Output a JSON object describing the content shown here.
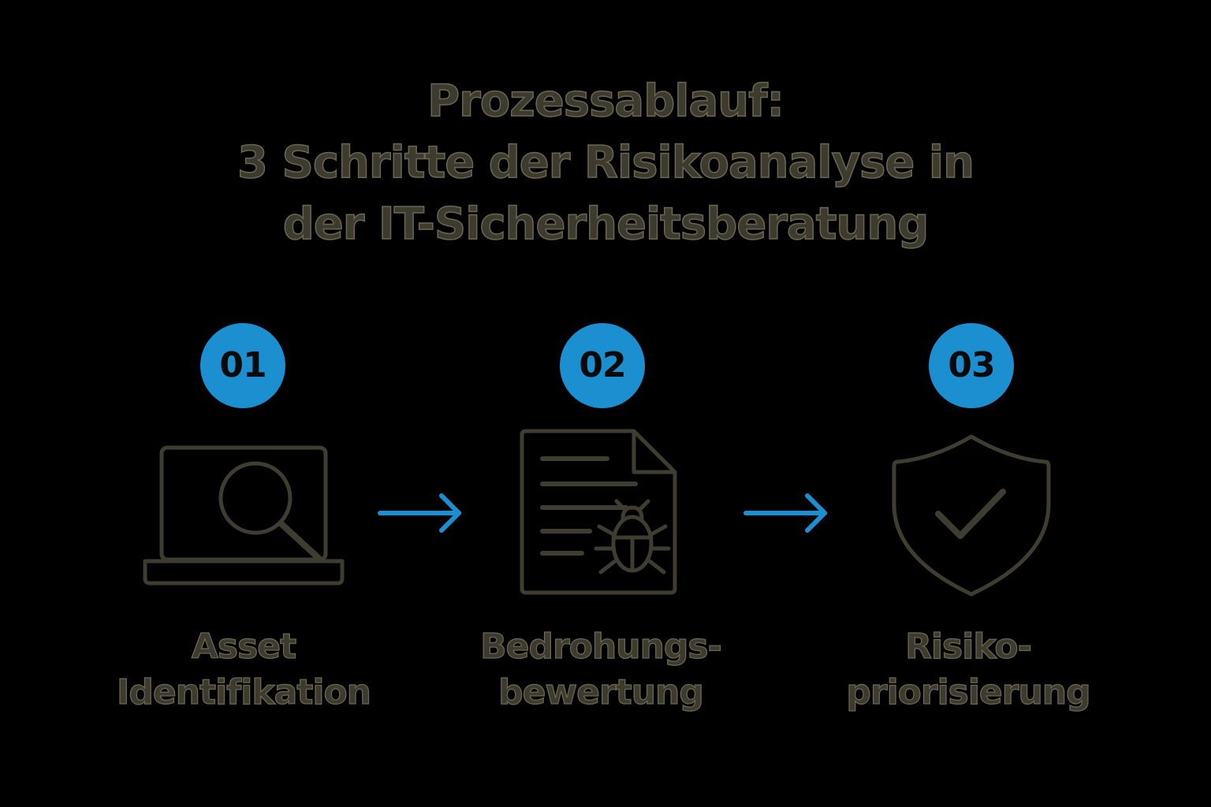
{
  "title": {
    "line1": "Prozessablauf:",
    "line2": "3 Schritte der Risikoanalyse in",
    "line3": "der IT-Sicherheitsberatung"
  },
  "steps": [
    {
      "number": "01",
      "icon": "laptop-magnifier-icon",
      "label_line1": "Asset",
      "label_line2": "Identifikation"
    },
    {
      "number": "02",
      "icon": "document-bug-icon",
      "label_line1": "Bedrohungs-",
      "label_line2": "bewertung"
    },
    {
      "number": "03",
      "icon": "shield-check-icon",
      "label_line1": "Risiko-",
      "label_line2": "priorisierung"
    }
  ],
  "colors": {
    "background": "#000000",
    "accent": "#1b8fd0",
    "text": "#3d3b2e",
    "icon_stroke": "#3f3c30"
  }
}
